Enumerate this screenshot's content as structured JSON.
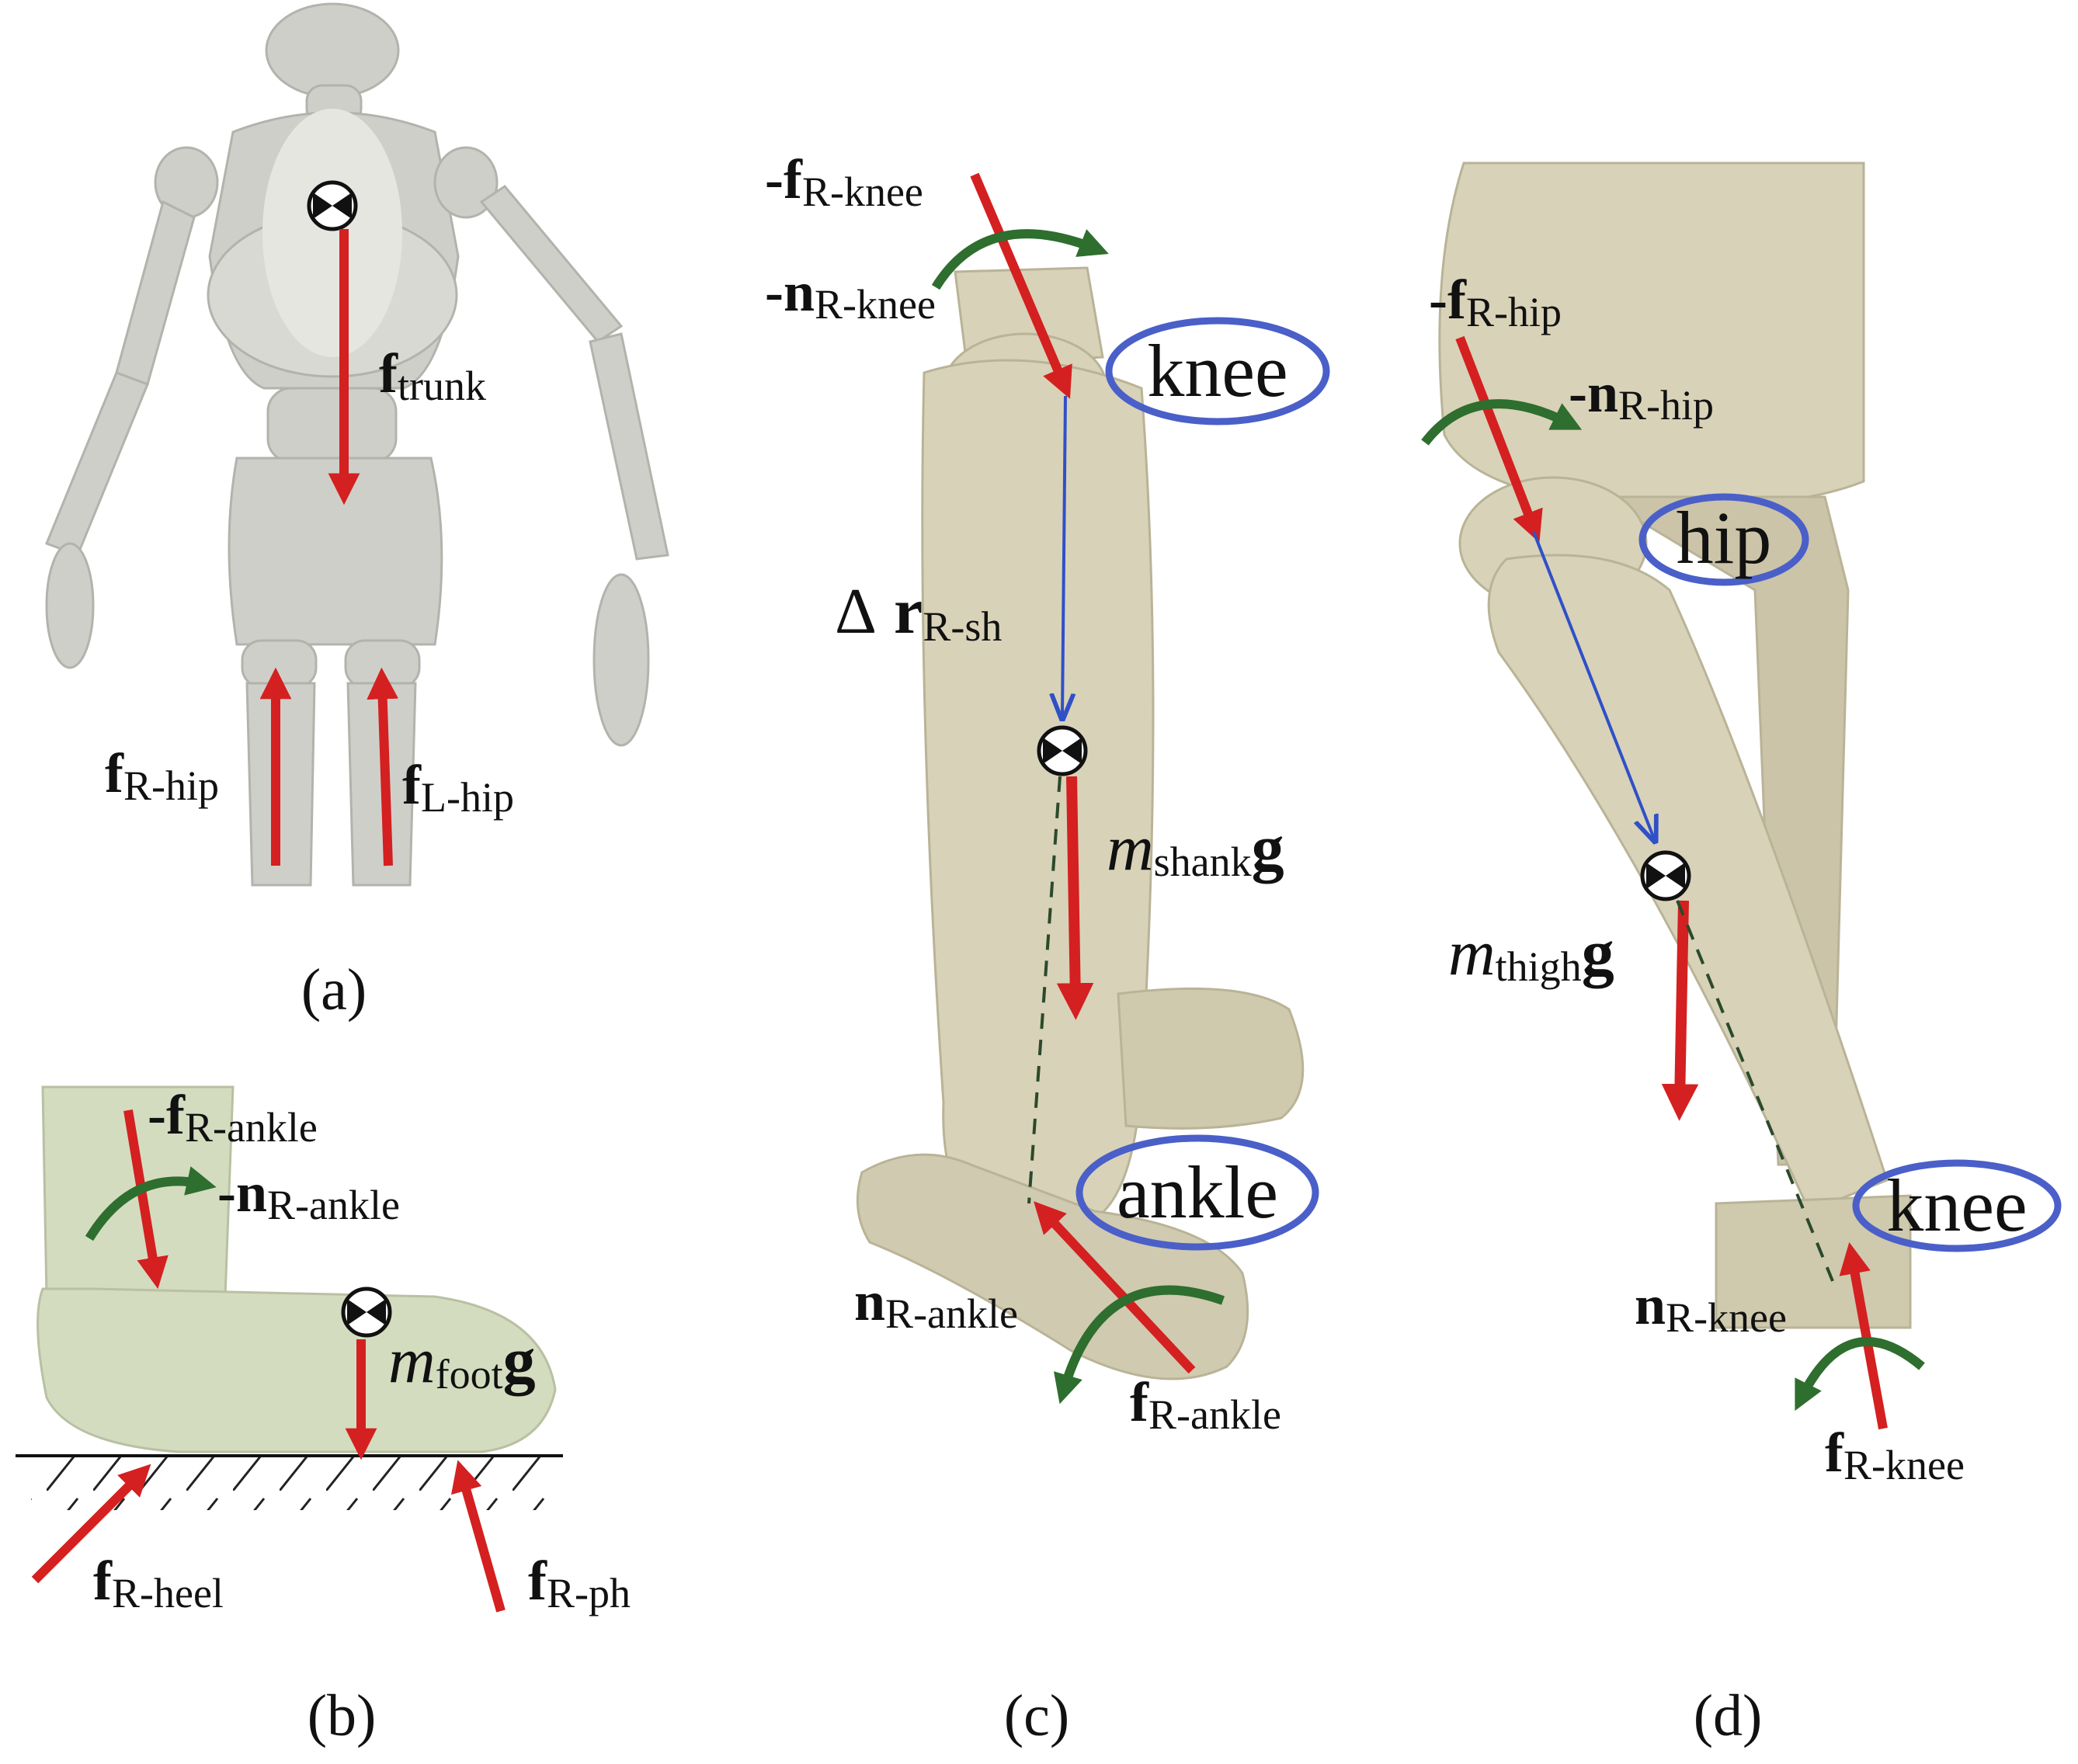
{
  "colors": {
    "force": "#d42020",
    "moment": "#2e6e2e",
    "vector": "#3050c8",
    "ring": "#4a5fc8",
    "wood": "#d8d2b8",
    "wood_shade": "#b9b397",
    "figure_grey": "#cfcfca",
    "foot": "#d4dcc0"
  },
  "panels": {
    "a": {
      "caption": "(a)",
      "f_trunk": {
        "main": "f",
        "sub": "trunk"
      },
      "f_r_hip": {
        "main": "f",
        "sub": "R-hip"
      },
      "f_l_hip": {
        "main": "f",
        "sub": "L-hip"
      }
    },
    "b": {
      "caption": "(b)",
      "minus_f_r_ankle": {
        "main": "-f",
        "sub": "R-ankle"
      },
      "minus_n_r_ankle": {
        "main": "-n",
        "sub": "R-ankle"
      },
      "m_foot_g": {
        "m": "m",
        "sub": "foot",
        "g": "g"
      },
      "f_r_heel": {
        "main": "f",
        "sub": "R-heel"
      },
      "f_r_ph": {
        "main": "f",
        "sub": "R-ph"
      }
    },
    "c": {
      "caption": "(c)",
      "minus_f_r_knee": {
        "main": "-f",
        "sub": "R-knee"
      },
      "minus_n_r_knee": {
        "main": "-n",
        "sub": "R-knee"
      },
      "knee_label": "knee",
      "delta_r_r_sh": {
        "delta": "Δ",
        "main": "r",
        "sub": "R-sh"
      },
      "m_shank_g": {
        "m": "m",
        "sub": "shank",
        "g": "g"
      },
      "ankle_label": "ankle",
      "n_r_ankle": {
        "main": "n",
        "sub": "R-ankle"
      },
      "f_r_ankle": {
        "main": "f",
        "sub": "R-ankle"
      }
    },
    "d": {
      "caption": "(d)",
      "minus_f_r_hip": {
        "main": "-f",
        "sub": "R-hip"
      },
      "minus_n_r_hip": {
        "main": "-n",
        "sub": "R-hip"
      },
      "hip_label": "hip",
      "m_thigh_g": {
        "m": "m",
        "sub": "thigh",
        "g": "g"
      },
      "knee_label": "knee",
      "n_r_knee": {
        "main": "n",
        "sub": "R-knee"
      },
      "f_r_knee": {
        "main": "f",
        "sub": "R-knee"
      }
    }
  }
}
